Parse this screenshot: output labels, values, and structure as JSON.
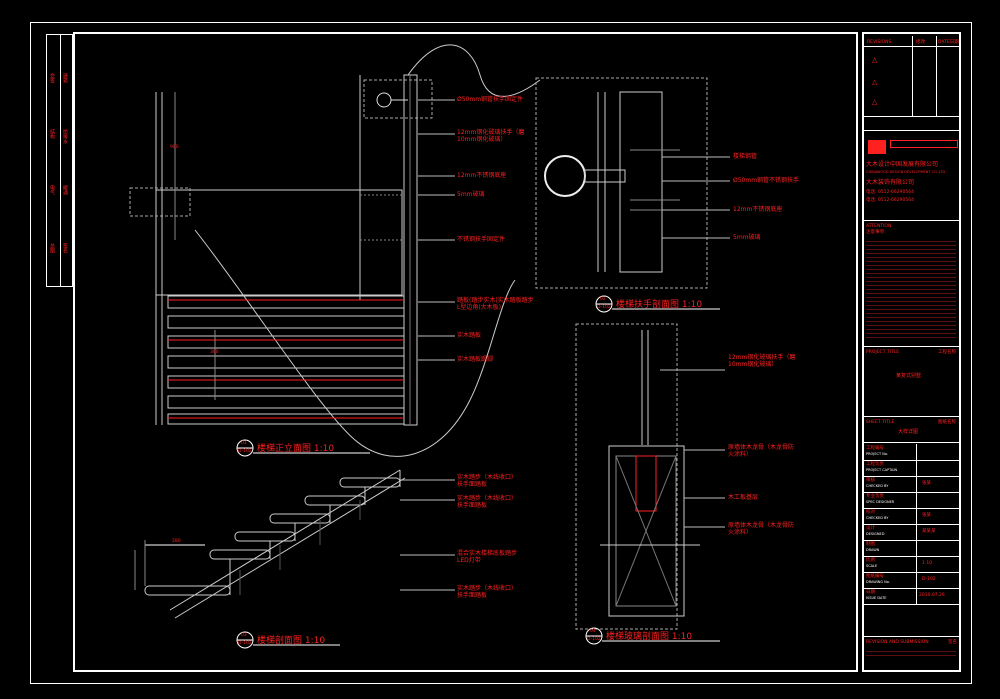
{
  "drawing": {
    "views": [
      {
        "id": "elevation",
        "title": "楼梯正立面图  1:10",
        "badge_top": "01",
        "badge_bottom": "D-102"
      },
      {
        "id": "handrail",
        "title": "楼梯扶手剖面图  1:10",
        "badge_top": "02",
        "badge_bottom": "D-102"
      },
      {
        "id": "stair_section",
        "title": "楼梯剖面图  1:10",
        "badge_top": "03",
        "badge_bottom": "D-102"
      },
      {
        "id": "wall_section",
        "title": "楼梯玻璃剖面图  1:10",
        "badge_top": "04",
        "badge_bottom": "D-102"
      }
    ],
    "notes_elevation": [
      "Ø50mm钢管扶手固定件",
      "12mm钢化玻璃扶手（磨10mm钢化玻璃）",
      "12mm不锈钢底座",
      "5mm玻璃",
      "不锈钢扶手固定件",
      "踏板(踏步实木)实木踏板踏步L型边角(大木板)",
      "实木踏板",
      "实木踏板踢脚"
    ],
    "notes_handrail": [
      "楼梯钢管",
      "Ø50mm钢管不锈钢扶手",
      "12mm不锈钢底座",
      "5mm玻璃"
    ],
    "notes_stair": [
      "实木踏步（木线收口）扶手面踏板",
      "实木踏步（木线收口）扶手面踏板",
      "混合实木楼梯底板踏步LED灯带",
      "实木踏步（木线收口）扶手面踏板"
    ],
    "notes_wall": [
      "12mm钢化玻璃扶手（磨10mm钢化玻璃）",
      "原墙体木龙骨（木龙骨防火涂料）",
      "木工板基层",
      "原墙体木龙骨（木龙骨防火涂料）"
    ],
    "dims": {
      "riser": "300",
      "tread": "280",
      "rail_h": "900"
    }
  },
  "titleblock": {
    "revisions_label": "REVISIONS",
    "rev_col2": "修改",
    "rev_col3": "DATE日期",
    "company_cn": "大木设计中国发展有限公司",
    "company_en_a": "CHINAWOOD DESIGN DEVELOPMENT CO.,LTD",
    "company_cn2": "大木装饰有限公司",
    "tel1": "电话: 0512-66290564",
    "tel2": "电话: 0512-66290564",
    "notice_title": "ATTENTION",
    "notice_cn": "注意事项：",
    "project_label": "PROJECT TITLE",
    "project_label_cn": "工程名称",
    "project_name": "某复式别墅",
    "sheet_label": "SHEET TITLE",
    "sheet_label_cn": "图纸名称",
    "sheet_name": "大样详图",
    "fields": [
      {
        "cn": "工程编号",
        "en": "PROJECT No.",
        "val": ""
      },
      {
        "cn": "工程负责",
        "en": "PROJECT CAPTAIN",
        "val": ""
      },
      {
        "cn": "审核",
        "en": "CHECKED BY",
        "val": "张某"
      },
      {
        "cn": "专业负责",
        "en": "SPEC DESIGNER",
        "val": ""
      },
      {
        "cn": "校对",
        "en": "CHECKED BY",
        "val": "张某"
      },
      {
        "cn": "设计",
        "en": "DESIGNED",
        "val": "某某某"
      },
      {
        "cn": "制图",
        "en": "DRAWN",
        "val": ""
      },
      {
        "cn": "比例",
        "en": "SCALE",
        "val": "1:10"
      },
      {
        "cn": "图纸编号",
        "en": "DRAWING No.",
        "val": "D-102"
      },
      {
        "cn": "日期",
        "en": "ISSUE DATE",
        "val": "2010.07.26"
      }
    ],
    "footer": "REVISION AND SUBMISSION",
    "footer_cn": "签名"
  },
  "left_strip": [
    "会签",
    "建筑",
    "结构",
    "给排水",
    "电气",
    "暖通",
    "总图",
    "签名"
  ]
}
